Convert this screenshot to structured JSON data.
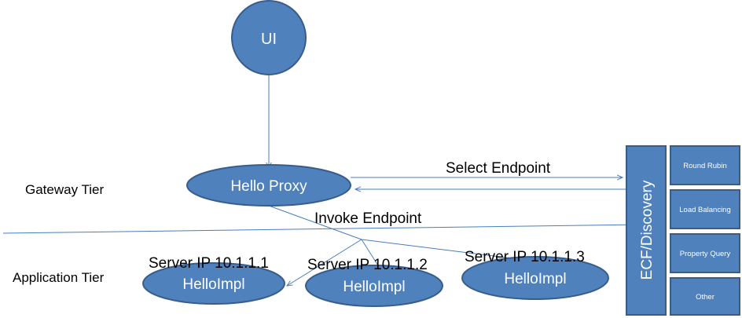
{
  "nodes": {
    "ui": "UI",
    "proxy": "Hello Proxy",
    "impl_1": "HelloImpl",
    "impl_2": "HelloImpl",
    "impl_3": "HelloImpl",
    "discovery": "ECF/Discovery"
  },
  "tiers": {
    "gateway": "Gateway Tier",
    "application": "Application Tier"
  },
  "edges": {
    "select": "Select Endpoint",
    "invoke": "Invoke Endpoint"
  },
  "servers": {
    "s1": "Server IP 10.1.1.1",
    "s2": "Server IP 10.1.1.2",
    "s3": "Server IP 10.1.1.3"
  },
  "strategies": {
    "round_robin": "Round Rubin",
    "load_balancing": "Load Balancing",
    "property_query": "Property Query",
    "other": "Other"
  },
  "colors": {
    "shape_fill": "#4f81bd",
    "shape_stroke": "#385d8a",
    "connector": "#4a7ebb"
  }
}
